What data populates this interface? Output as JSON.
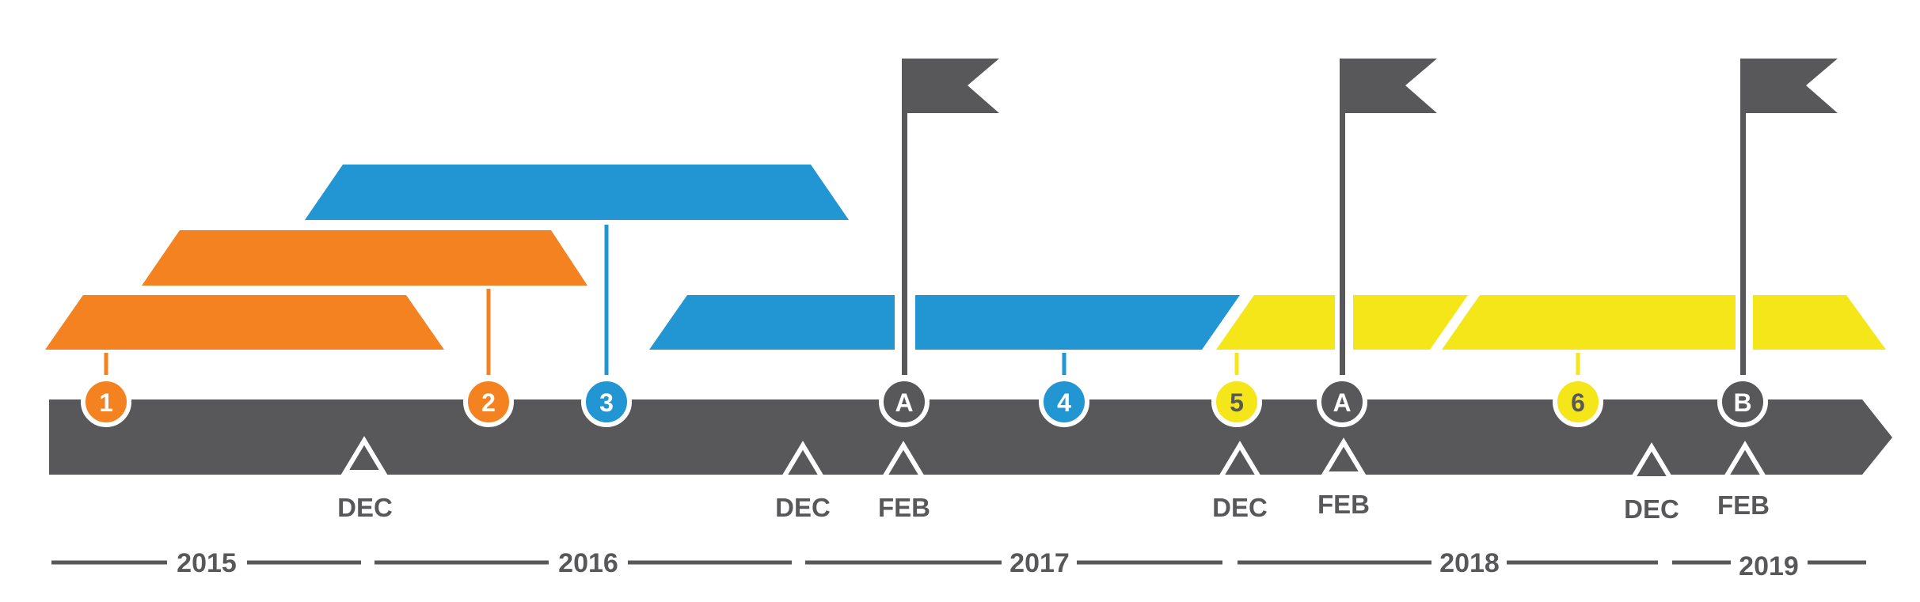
{
  "colors": {
    "orange": "#f58220",
    "blue": "#2196d3",
    "yellow": "#f4e619",
    "gray": "#58585a",
    "white": "#ffffff"
  },
  "bars": [
    {
      "id": "bar-1",
      "color": "orange"
    },
    {
      "id": "bar-2",
      "color": "orange"
    },
    {
      "id": "bar-3",
      "color": "blue"
    },
    {
      "id": "bar-4",
      "color": "blue"
    },
    {
      "id": "bar-5",
      "color": "yellow"
    },
    {
      "id": "bar-6",
      "color": "yellow"
    }
  ],
  "milestones": [
    {
      "label": "1",
      "color": "orange"
    },
    {
      "label": "2",
      "color": "orange"
    },
    {
      "label": "3",
      "color": "blue"
    },
    {
      "label": "A",
      "color": "gray",
      "flag": true
    },
    {
      "label": "4",
      "color": "blue"
    },
    {
      "label": "5",
      "color": "yellow"
    },
    {
      "label": "A",
      "color": "gray",
      "flag": true
    },
    {
      "label": "6",
      "color": "yellow"
    },
    {
      "label": "B",
      "color": "gray",
      "flag": true
    }
  ],
  "month_markers": [
    "DEC",
    "DEC",
    "FEB",
    "DEC",
    "FEB",
    "DEC",
    "FEB"
  ],
  "years": [
    "2015",
    "2016",
    "2017",
    "2018",
    "2019"
  ]
}
